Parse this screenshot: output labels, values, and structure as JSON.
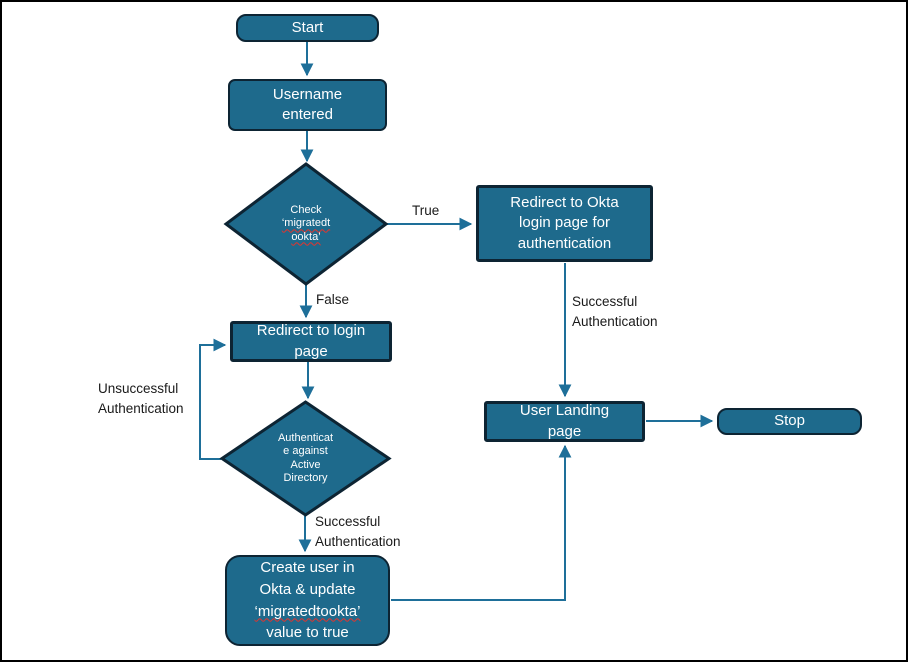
{
  "colors": {
    "canvas_bg": "#FFFFFF",
    "frame": "#000000",
    "node_fill": "#1E6A8C",
    "node_border": "#0D2433",
    "node_text": "#FFFFFF",
    "arrow": "#1E6F99",
    "label_text": "#1A1A1A",
    "spellcheck": "#E5342C"
  },
  "nodes": {
    "start": {
      "label": "Start"
    },
    "username": {
      "label": "Username entered"
    },
    "check": {
      "line1": "Check",
      "line2": "‘migratedt",
      "line3": "ookta’"
    },
    "okta_redirect": {
      "label": "Redirect to Okta login page for authentication"
    },
    "login_redirect": {
      "label": "Redirect to login page"
    },
    "auth_ad": {
      "line1": "Authenticat",
      "line2": "e against",
      "line3": "Active",
      "line4": "Directory"
    },
    "create_user": {
      "line1": "Create user in",
      "line2": "Okta & update",
      "line3": "‘migratedtookta’",
      "line4": "value to true"
    },
    "landing": {
      "label": "User Landing page"
    },
    "stop": {
      "label": "Stop"
    }
  },
  "edge_labels": {
    "true_branch": "True",
    "false_branch": "False",
    "unsuccessful": "Unsuccessful\nAuthentication",
    "successful_left": "Successful\nAuthentication",
    "successful_right": "Successful\nAuthentication"
  }
}
